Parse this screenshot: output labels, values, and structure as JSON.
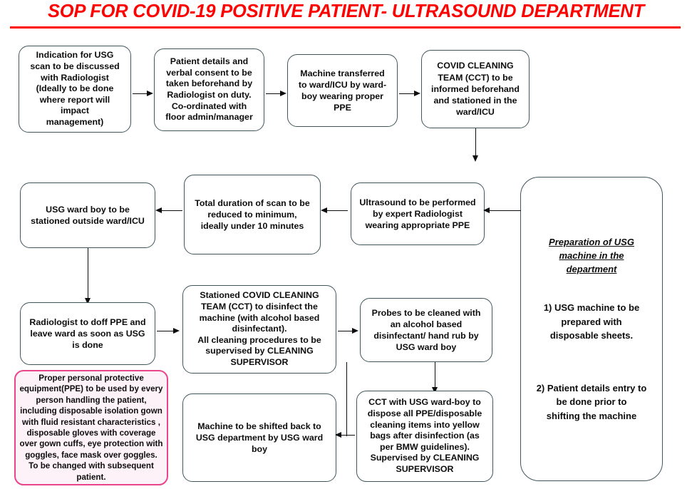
{
  "title": {
    "text": "SOP FOR COVID-19 POSITIVE PATIENT- ULTRASOUND  DEPARTMENT",
    "color": "#ff0000"
  },
  "colors": {
    "box_border": "#41565c",
    "ppe_border": "#e8458c",
    "ppe_fill": "#fdf2f7",
    "connector": "#0d0d0d",
    "text": "#0d0d0d"
  },
  "nodes": {
    "indication": "Indication for USG\nscan to be discussed\nwith Radiologist\n(Ideally to be done\nwhere report will\nimpact\nmanagement)",
    "consent": "Patient details and\nverbal consent to be\ntaken beforehand by\nRadiologist  on duty.\nCo-ordinated with\nfloor admin/manager",
    "machine_transfer": "Machine transferred\nto ward/ICU by ward-\nboy wearing proper\nPPE",
    "cct_informed": "COVID CLEANING\nTEAM (CCT) to be\ninformed beforehand\nand stationed in the\nward/ICU",
    "ward_boy_stationed": "USG ward boy to be\nstationed outside ward/ICU",
    "duration": "Total duration of scan to be\nreduced to minimum,\nideally under 10 minutes",
    "ultrasound": "Ultrasound  to be performed\nby expert Radiologist\nwearing appropriate PPE",
    "doff_ppe": "Radiologist  to doff PPE and\nleave ward as soon as USG\nis done",
    "cct_disinfect": "Stationed COVID CLEANING\nTEAM (CCT) to disinfect the\nmachine (with alcohol  based\ndisinfectant).\nAll cleaning  procedures to be\nsupervised by CLEANING\nSUPERVISOR",
    "probes": "Probes to be cleaned with\nan alcohol based\ndisinfectant/ hand rub by\nUSG ward boy",
    "ppe_note": "Proper personal protective\nequipment(PPE) to be used by every\nperson handling the patient,\nincluding disposable isolation gown\nwith fluid resistant characteristics ,\ndisposable gloves with coverage\nover gown cuffs, eye protection with\ngoggles, face mask over goggles.\nTo be changed with subsequent\npatient.",
    "machine_back": "Machine to be shifted back to\nUSG department by USG ward\nboy",
    "dispose": "CCT with USG ward-boy to\ndispose all PPE/disposable\ncleaning items into yellow\nbags after disinfection (as\nper BMW guidelines).\nSupervised by CLEANING\nSUPERVISOR"
  },
  "preparation_panel": {
    "heading": "Preparation of USG\nmachine in the\ndepartment",
    "item1": "1) USG machine to be\nprepared with\ndisposable sheets.",
    "item2": "2) Patient details entry to\nbe done prior to\nshifting the machine"
  }
}
